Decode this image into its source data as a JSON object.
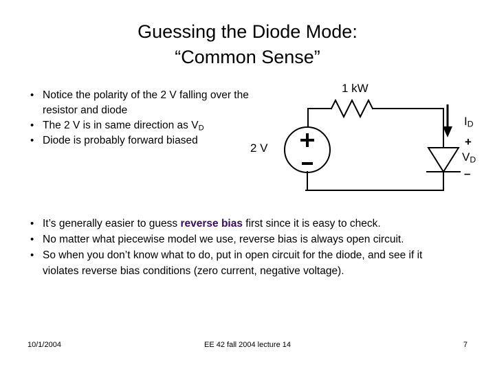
{
  "slide": {
    "title_line1": "Guessing the Diode Mode:",
    "title_line2": "“Common Sense”"
  },
  "bullets_top": [
    "Notice the polarity of the 2 V falling over the resistor and diode",
    "The 2 V is in same direction as V",
    "Diode is probably forward biased"
  ],
  "bullets_top_parts": {
    "b1_text": "Notice the polarity of the 2 V falling over the resistor and diode",
    "b2_text": "The 2 V is in same direction as V",
    "b2_sub": "D",
    "b3_text": "Diode is probably forward biased"
  },
  "bullets_bottom_parts": {
    "b1_pre": "It’s generally easier to guess ",
    "b1_hl": "reverse bias",
    "b1_post": " first since it is easy to check.",
    "b2_text": "No matter what piecewise model we use, reverse bias is always open circuit.",
    "b3_text": "So when you don’t know what to do, put in open circuit for the diode, and see if it violates reverse bias conditions (zero current, negative voltage)."
  },
  "circuit": {
    "resistor_label": "1 kW",
    "source_label": "2 V",
    "source_plus": "+",
    "source_minus": "-",
    "current_label": "I",
    "current_sub": "D",
    "diode_plus": "+",
    "diode_voltage": "V",
    "diode_voltage_sub": "D",
    "diode_minus": "–"
  },
  "footer": {
    "date": "10/1/2004",
    "center": "EE 42 fall 2004 lecture 14",
    "page": "7"
  },
  "colors": {
    "background": "#ffffff",
    "text": "#000000",
    "highlight": "#3A0B5B"
  }
}
